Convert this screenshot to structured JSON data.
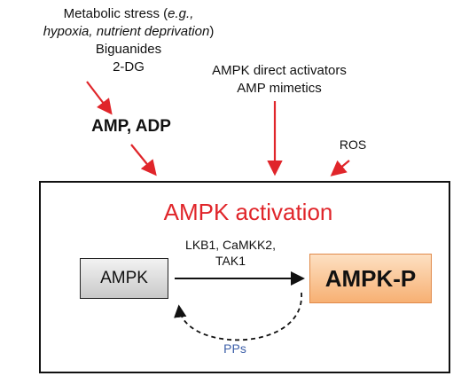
{
  "inputs": {
    "metabolic_stress": "Metabolic stress",
    "metabolic_eg": "e.g.,",
    "metabolic_detail": "hypoxia, nutrient deprivation",
    "biguanides": "Biguanides",
    "two_dg": "2-DG",
    "amp_adp": "AMP, ADP",
    "direct_activators": "AMPK direct activators",
    "amp_mimetics": "AMP mimetics",
    "ros": "ROS"
  },
  "activation_box": {
    "title": "AMPK activation",
    "kinases_line1": "LKB1, CaMKK2,",
    "kinases_line2": "TAK1",
    "ampk_label": "AMPK",
    "ampk_p_label": "AMPK-P",
    "phosphatases": "PPs"
  },
  "colors": {
    "arrow_red": "#e0252a",
    "title_red": "#e0252a",
    "pps_blue": "#3d5fa8",
    "ampk_box": "#d6d6d6",
    "ampk_p_box": "#f7b073"
  }
}
